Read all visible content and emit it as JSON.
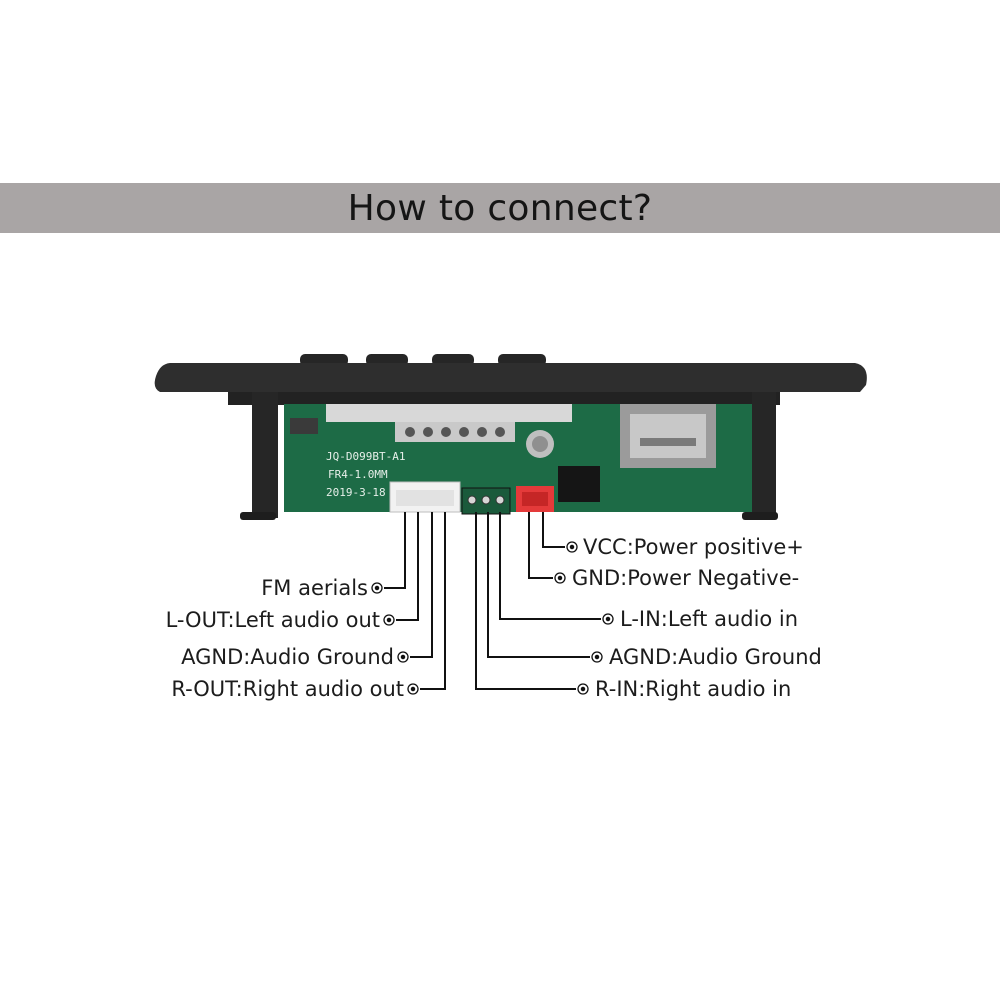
{
  "title": "How to connect?",
  "board": {
    "model": "JQ-D099BT-A1",
    "spec": "FR4-1.0MM",
    "date": "2019-3-18"
  },
  "left_connections": [
    {
      "label": "FM aerials"
    },
    {
      "label": "L-OUT:Left audio out"
    },
    {
      "label": "AGND:Audio Ground"
    },
    {
      "label": "R-OUT:Right audio out"
    }
  ],
  "right_connections": [
    {
      "label": "VCC:Power positive+"
    },
    {
      "label": "GND:Power Negative-"
    },
    {
      "label": "L-IN:Left audio in"
    },
    {
      "label": "AGND:Audio Ground"
    },
    {
      "label": "R-IN:Right audio in"
    }
  ],
  "colors": {
    "banner": "#a9a5a5",
    "pcb": "#1d6b46",
    "enclosure": "#2b2b2b",
    "power_connector": "#e43a3a"
  }
}
